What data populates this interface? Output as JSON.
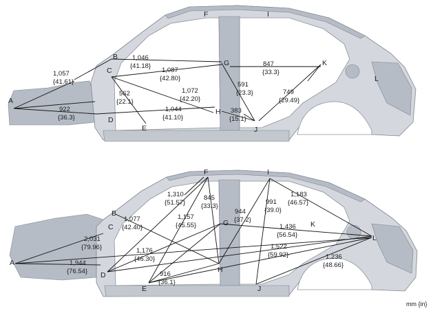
{
  "units_label": "mm {in}",
  "figures": [
    {
      "id": "upper",
      "points": [
        {
          "id": "A",
          "label": "A"
        },
        {
          "id": "B",
          "label": "B"
        },
        {
          "id": "C",
          "label": "C"
        },
        {
          "id": "D",
          "label": "D"
        },
        {
          "id": "E",
          "label": "E"
        },
        {
          "id": "F",
          "label": "F"
        },
        {
          "id": "G",
          "label": "G"
        },
        {
          "id": "H",
          "label": "H"
        },
        {
          "id": "I",
          "label": "I"
        },
        {
          "id": "J",
          "label": "J"
        },
        {
          "id": "K",
          "label": "K"
        },
        {
          "id": "L",
          "label": "L"
        }
      ],
      "dimensions": [
        {
          "id": "d1",
          "mm": "1,057",
          "in": "{41.61}"
        },
        {
          "id": "d2",
          "mm": "1,046",
          "in": "{41.18}"
        },
        {
          "id": "d3",
          "mm": "1,087",
          "in": "{42.80}"
        },
        {
          "id": "d4",
          "mm": "562",
          "in": "{22.1}"
        },
        {
          "id": "d5",
          "mm": "1,072",
          "in": "{42.20}"
        },
        {
          "id": "d6",
          "mm": "922",
          "in": "{36.3}"
        },
        {
          "id": "d7",
          "mm": "1,044",
          "in": "{41.10}"
        },
        {
          "id": "d8",
          "mm": "591",
          "in": "{23.3}"
        },
        {
          "id": "d9",
          "mm": "847",
          "in": "{33.3}"
        },
        {
          "id": "d10",
          "mm": "749",
          "in": "{29.49}"
        },
        {
          "id": "d11",
          "mm": "383",
          "in": "{15.1}"
        }
      ]
    },
    {
      "id": "lower",
      "points": [
        {
          "id": "A",
          "label": "A"
        },
        {
          "id": "B",
          "label": "B"
        },
        {
          "id": "C",
          "label": "C"
        },
        {
          "id": "D",
          "label": "D"
        },
        {
          "id": "E",
          "label": "E"
        },
        {
          "id": "F",
          "label": "F"
        },
        {
          "id": "G",
          "label": "G"
        },
        {
          "id": "H",
          "label": "H"
        },
        {
          "id": "I",
          "label": "I"
        },
        {
          "id": "J",
          "label": "J"
        },
        {
          "id": "K",
          "label": "K"
        },
        {
          "id": "L",
          "label": "L"
        }
      ],
      "dimensions": [
        {
          "id": "e1",
          "mm": "1,310",
          "in": "{51.57}"
        },
        {
          "id": "e2",
          "mm": "845",
          "in": "{33.3}"
        },
        {
          "id": "e3",
          "mm": "1,077",
          "in": "{42.40}"
        },
        {
          "id": "e4",
          "mm": "1,157",
          "in": "{45.55}"
        },
        {
          "id": "e5",
          "mm": "944",
          "in": "{37.2}"
        },
        {
          "id": "e6",
          "mm": "991",
          "in": "{39.0}"
        },
        {
          "id": "e7",
          "mm": "1,183",
          "in": "{46.57}"
        },
        {
          "id": "e8",
          "mm": "2,031",
          "in": "{79.96}"
        },
        {
          "id": "e9",
          "mm": "1,436",
          "in": "{56.54}"
        },
        {
          "id": "e10",
          "mm": "1,176",
          "in": "{46.30}"
        },
        {
          "id": "e11",
          "mm": "1,522",
          "in": "{59.92}"
        },
        {
          "id": "e12",
          "mm": "1,944",
          "in": "{76.54}"
        },
        {
          "id": "e13",
          "mm": "916",
          "in": "{36.1}"
        },
        {
          "id": "e14",
          "mm": "1,236",
          "in": "{48.66}"
        }
      ]
    }
  ]
}
